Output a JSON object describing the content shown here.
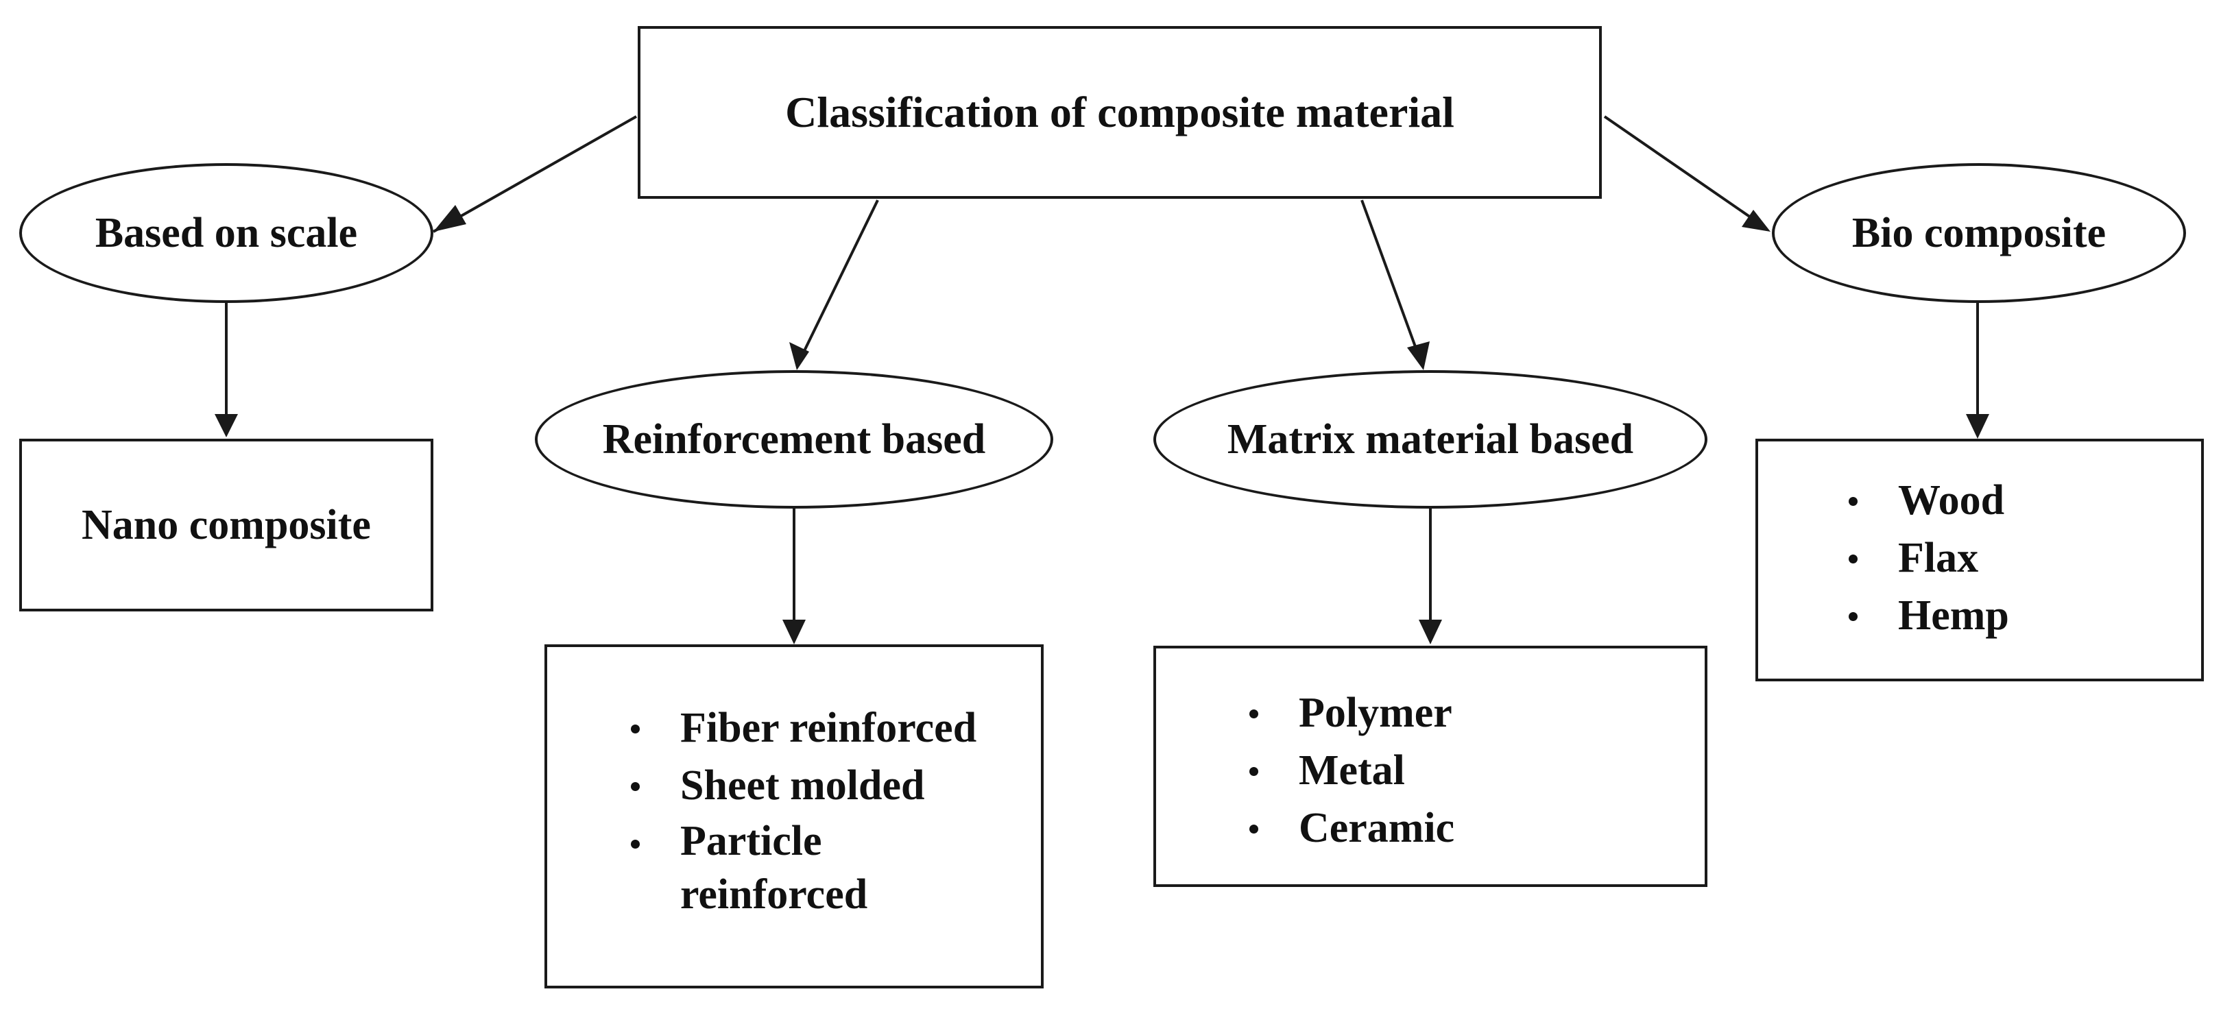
{
  "diagram": {
    "root": {
      "label": "Classification of composite material"
    },
    "categories": {
      "scale": {
        "label": "Based on scale"
      },
      "reinforcement": {
        "label": "Reinforcement based"
      },
      "matrix": {
        "label": "Matrix material based"
      },
      "bio": {
        "label": "Bio composite"
      }
    },
    "leaves": {
      "scale": {
        "label": "Nano composite"
      },
      "reinforcement": {
        "items": [
          "Fiber reinforced",
          "Sheet molded",
          "Particle reinforced"
        ]
      },
      "matrix": {
        "items": [
          "Polymer",
          "Metal",
          "Ceramic"
        ]
      },
      "bio": {
        "items": [
          "Wood",
          "Flax",
          "Hemp"
        ]
      }
    },
    "colors": {
      "line": "#1a1a1a",
      "background": "#ffffff",
      "text": "#111111"
    }
  }
}
